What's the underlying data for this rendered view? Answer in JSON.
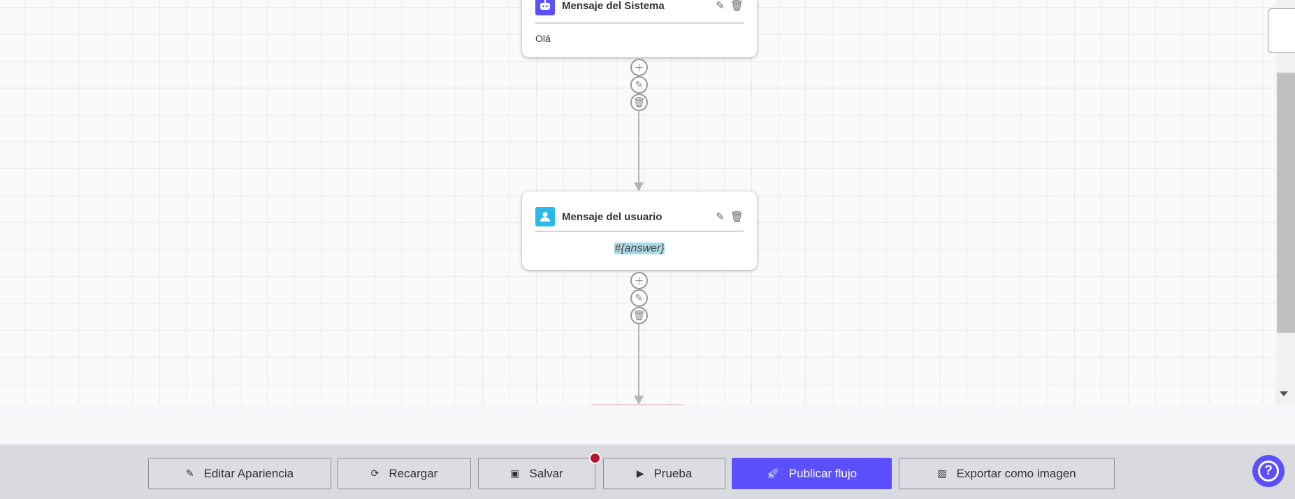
{
  "nodes": [
    {
      "title": "Mensaje del Sistema",
      "icon": "robot-icon",
      "icon_color": "#5b4ffe",
      "body": "Olá"
    },
    {
      "title": "Mensaje del usuario",
      "icon": "user-icon",
      "icon_color": "#2bb9ea",
      "body": "#{answer}"
    }
  ],
  "toolbar": {
    "edit_appearance": "Editar Apariencia",
    "reload": "Recargar",
    "save": "Salvar",
    "test": "Prueba",
    "publish": "Publicar flujo",
    "export": "Exportar como imagen"
  },
  "colors": {
    "accent": "#5b4ffe",
    "unsaved_dot": "#b5152b",
    "highlight": "#acdbe8"
  }
}
